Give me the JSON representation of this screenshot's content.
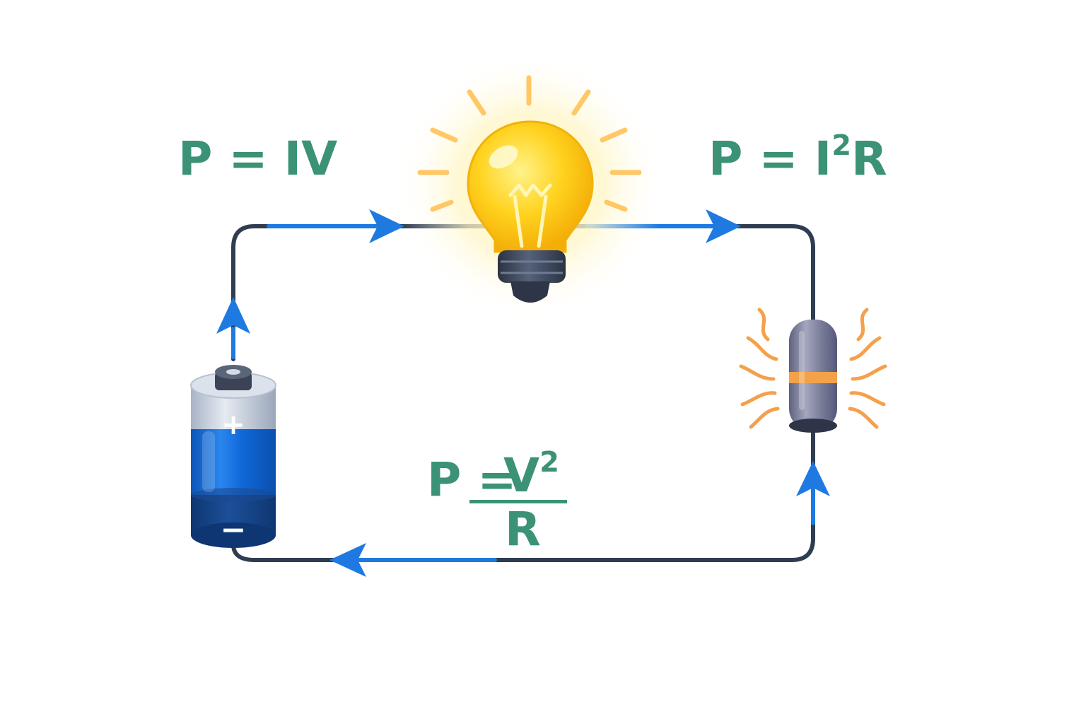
{
  "colors": {
    "formula": "#3c9277",
    "wire": "#2f3d52",
    "current": "#1e7ae0",
    "battery_body": "#1068d8",
    "battery_dark": "#123e7e",
    "bulb_glass": "#ffc61a",
    "bulb_rays": "#ffc766",
    "heat": "#f5a04a",
    "resistor_body": "#7c7f9a",
    "resistor_band": "#f2a24b"
  },
  "icons": {
    "battery": "battery-icon",
    "bulb": "lightbulb-icon",
    "resistor": "resistor-icon",
    "heat": "heat-waves-icon",
    "arrow": "current-arrow-icon"
  },
  "formulas": {
    "iv": {
      "lhs": "P = IV"
    },
    "i2r": {
      "base": "P = I",
      "exp": "2",
      "tail": "R"
    },
    "v2r": {
      "lhs": "P =",
      "num": "V",
      "exp": "2",
      "den": "R"
    }
  },
  "battery": {
    "plus": "+",
    "minus": "−"
  }
}
